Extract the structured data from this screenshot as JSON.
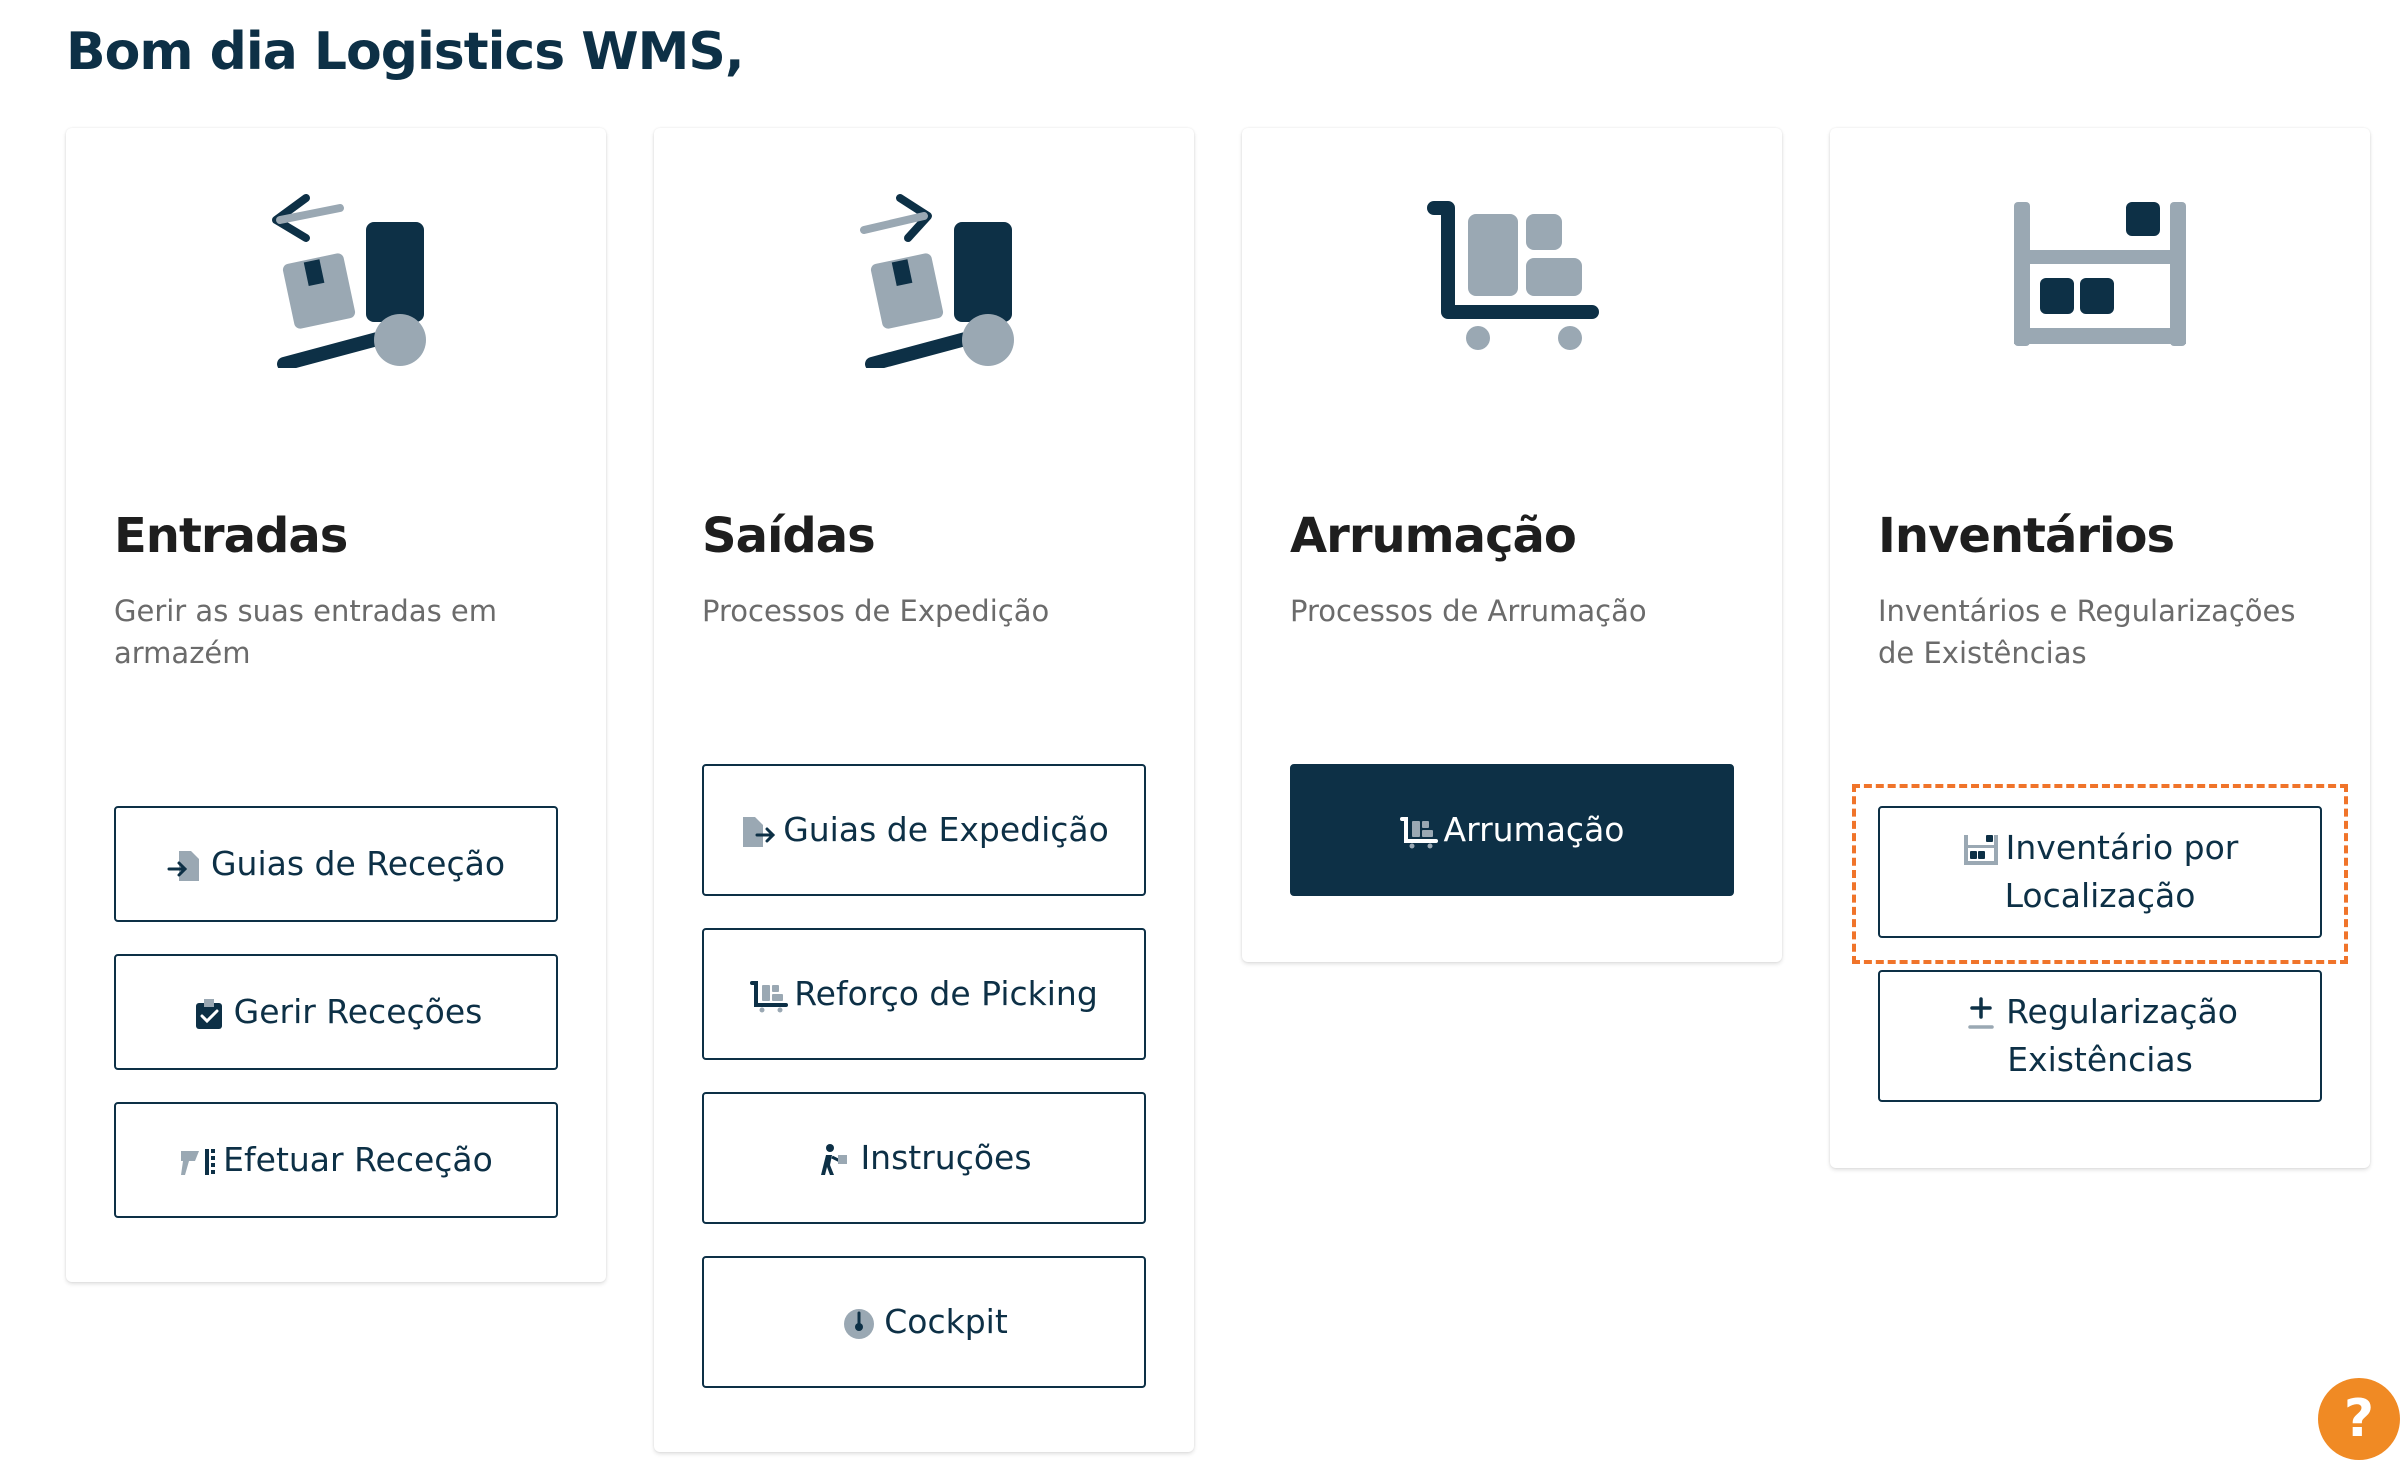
{
  "greeting": "Bom dia Logistics WMS,",
  "colors": {
    "primary": "#0d3046",
    "icon_secondary": "#9aa8b3",
    "accent": "#f0742a",
    "help": "#f08a24"
  },
  "cards": [
    {
      "title": "Entradas",
      "description": "Gerir as suas entradas em armazém",
      "icon": "truck-receive-icon",
      "buttons": [
        {
          "label": "Guias de Receção",
          "icon": "document-arrow-in-icon"
        },
        {
          "label": "Gerir Receções",
          "icon": "box-check-icon"
        },
        {
          "label": "Efetuar Receção",
          "icon": "scanner-icon"
        }
      ]
    },
    {
      "title": "Saídas",
      "description": "Processos de Expedição",
      "icon": "truck-ship-icon",
      "buttons": [
        {
          "label": "Guias de Expedição",
          "icon": "document-arrow-out-icon"
        },
        {
          "label": "Reforço de Picking",
          "icon": "cart-boxes-icon"
        },
        {
          "label": "Instruções",
          "icon": "worker-icon"
        },
        {
          "label": "Cockpit",
          "icon": "gauge-icon"
        }
      ]
    },
    {
      "title": "Arrumação",
      "description": "Processos de Arrumação",
      "icon": "cart-boxes-icon",
      "buttons": [
        {
          "label": "Arrumação",
          "icon": "cart-boxes-icon"
        }
      ]
    },
    {
      "title": "Inventários",
      "description": "Inventários e Regularizações de Existências",
      "icon": "shelf-boxes-icon",
      "buttons": [
        {
          "label_line1": "Inventário por",
          "label_line2": "Localização",
          "icon": "shelf-boxes-icon"
        },
        {
          "label_line1": "Regularização",
          "label_line2": "Existências",
          "icon": "plus-minus-icon"
        }
      ]
    }
  ],
  "help": {
    "label": "?",
    "icon": "help-icon"
  }
}
